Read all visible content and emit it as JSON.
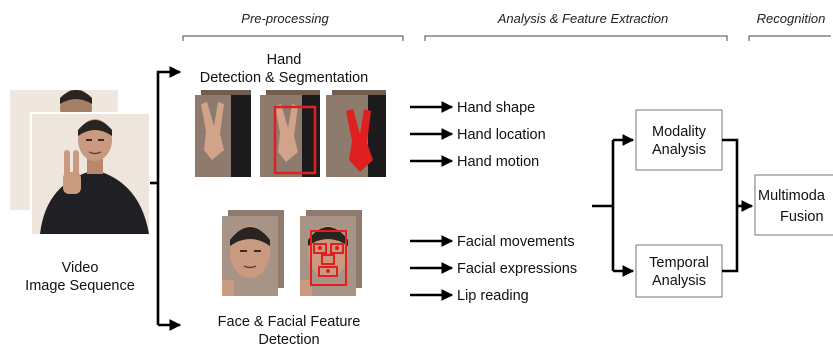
{
  "stages": {
    "preprocessing": "Pre-processing",
    "analysis": "Analysis & Feature Extraction",
    "recognition": "Recognition"
  },
  "input": {
    "line1": "Video",
    "line2": "Image Sequence"
  },
  "hand_branch": {
    "title_line1": "Hand",
    "title_line2": "Detection & Segmentation",
    "features": [
      "Hand shape",
      "Hand location",
      "Hand motion"
    ]
  },
  "face_branch": {
    "title_line1": "Face & Facial Feature",
    "title_line2": "Detection",
    "features": [
      "Facial movements",
      "Facial expressions",
      "Lip reading"
    ]
  },
  "modality_box": {
    "line1": "Modality",
    "line2": "Analysis"
  },
  "temporal_box": {
    "line1": "Temporal",
    "line2": "Analysis"
  },
  "fusion_box": {
    "line1": "Multimoda",
    "line2": "Fusion"
  },
  "colors": {
    "arrow": "#000000",
    "highlight_red": "#e02020",
    "skin": "#c49a80",
    "jacket": "#1f1f24",
    "background_photo": "#ede4da"
  },
  "icons": [
    "person-photo",
    "hand-photo",
    "face-photo"
  ]
}
